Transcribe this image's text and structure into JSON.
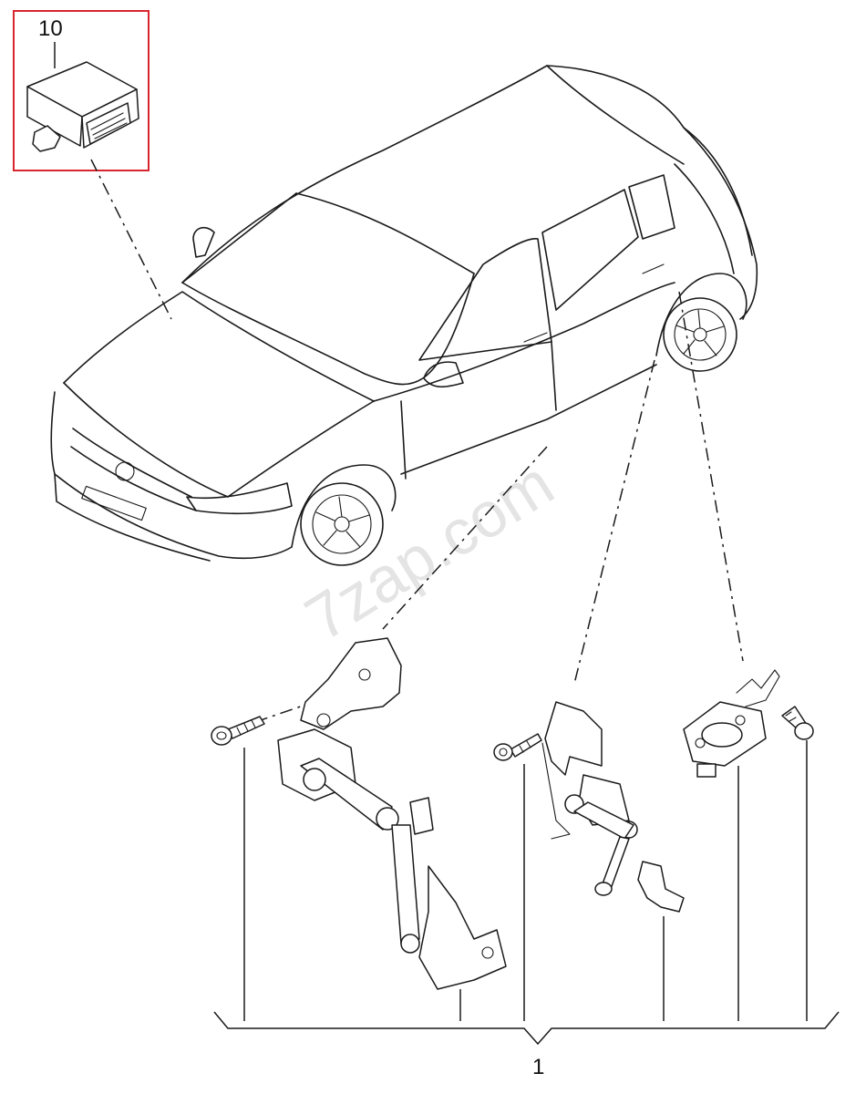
{
  "callouts": {
    "control_unit": "10",
    "sensor_set": "1"
  },
  "watermark": "7zap.com",
  "colors": {
    "highlight_box": "#d9252f",
    "line": "#1a1a1a",
    "watermark": "#cfcfcf"
  }
}
